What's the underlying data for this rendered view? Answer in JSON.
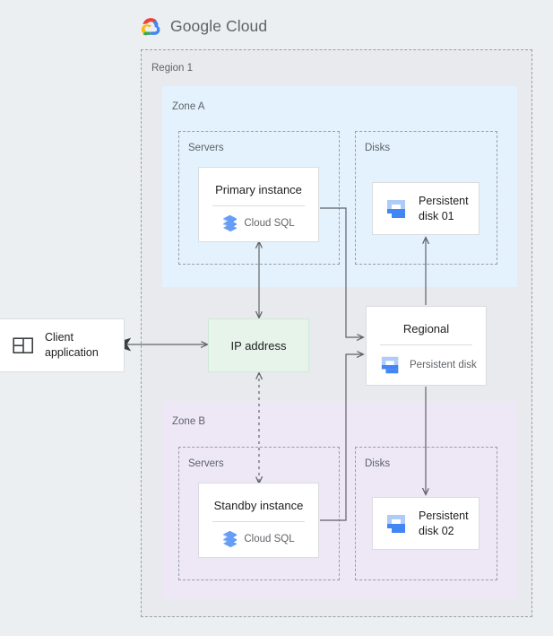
{
  "header": {
    "brand_google": "Google",
    "brand_cloud": "Cloud",
    "logo_icon": "google-cloud-logo"
  },
  "colors": {
    "page_background": "#eceff1",
    "region_background": "#e8eaed",
    "zone_a_background": "#e3f2fd",
    "zone_b_background": "#ede7f6",
    "ip_address_background": "#e6f4ea",
    "card_background": "#ffffff",
    "card_border": "#dadce0",
    "dashed_border": "#9aa0a6",
    "connector": "#5f6368",
    "text_primary": "#202124",
    "text_secondary": "#5f6368",
    "icon_blue_dark": "#4285f4",
    "icon_blue_light": "#a8c7fa",
    "google_blue": "#4285f4",
    "google_red": "#ea4335",
    "google_yellow": "#fbbc04",
    "google_green": "#34a853"
  },
  "containers": {
    "region": {
      "label": "Region 1"
    },
    "zone_a": {
      "label": "Zone A"
    },
    "zone_b": {
      "label": "Zone B"
    },
    "servers_a": {
      "label": "Servers"
    },
    "disks_a": {
      "label": "Disks"
    },
    "servers_b": {
      "label": "Servers"
    },
    "disks_b": {
      "label": "Disks"
    }
  },
  "nodes": {
    "client_application": {
      "label_line1": "Client",
      "label_line2": "application",
      "icon": "client-application-icon"
    },
    "ip_address": {
      "label": "IP address"
    },
    "primary_instance": {
      "title": "Primary instance",
      "product": "Cloud SQL",
      "icon": "cloud-sql-icon"
    },
    "standby_instance": {
      "title": "Standby instance",
      "product": "Cloud SQL",
      "icon": "cloud-sql-icon"
    },
    "persistent_disk_01": {
      "label_line1": "Persistent",
      "label_line2": "disk 01",
      "icon": "persistent-disk-icon"
    },
    "persistent_disk_02": {
      "label_line1": "Persistent",
      "label_line2": "disk 02",
      "icon": "persistent-disk-icon"
    },
    "regional_disk": {
      "title": "Regional",
      "product": "Persistent disk",
      "icon": "persistent-disk-icon"
    }
  },
  "connections": [
    {
      "from": "client-application",
      "to": "ip-address",
      "style": "solid",
      "direction": "bidirectional"
    },
    {
      "from": "primary-instance",
      "to": "ip-address",
      "style": "solid",
      "direction": "bidirectional"
    },
    {
      "from": "ip-address",
      "to": "standby-instance",
      "style": "dashed",
      "direction": "bidirectional"
    },
    {
      "from": "primary-instance",
      "to": "regional-disk",
      "style": "solid",
      "direction": "forward"
    },
    {
      "from": "standby-instance",
      "to": "regional-disk",
      "style": "solid",
      "direction": "forward"
    },
    {
      "from": "regional-disk",
      "to": "persistent-disk-01",
      "style": "solid",
      "direction": "forward"
    },
    {
      "from": "regional-disk",
      "to": "persistent-disk-02",
      "style": "solid",
      "direction": "forward"
    }
  ]
}
